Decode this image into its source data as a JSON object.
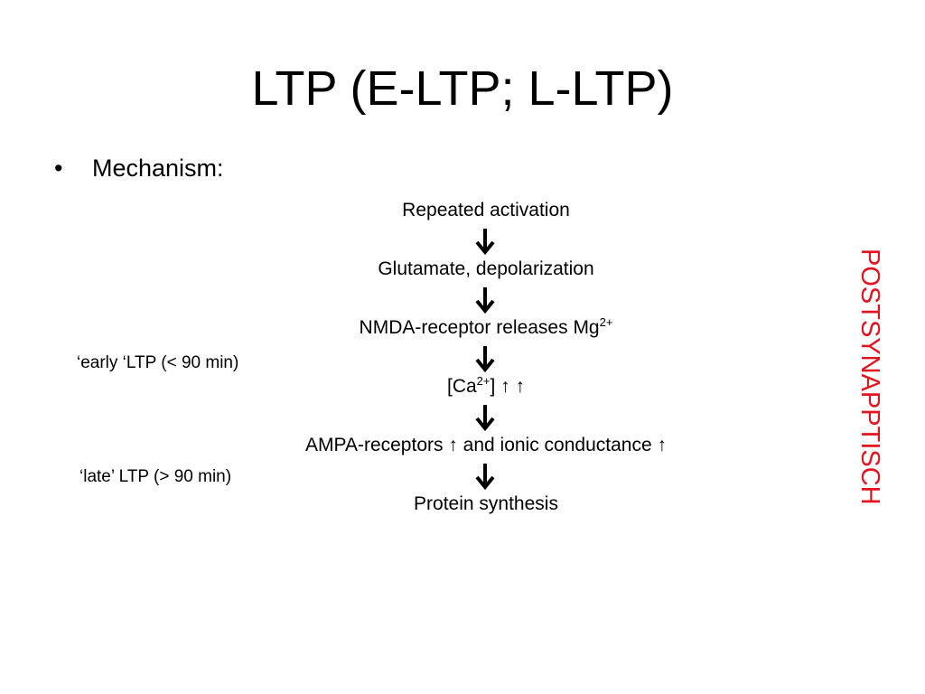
{
  "slide": {
    "title": "LTP (E-LTP; L-LTP)",
    "bullet_marker": "•",
    "bullet_text": "Mechanism:"
  },
  "flow": {
    "steps": [
      {
        "text": "Repeated activation",
        "sup": ""
      },
      {
        "text": "Glutamate, depolarization",
        "sup": ""
      },
      {
        "text": "NMDA-receptor releases Mg",
        "sup": "2+"
      },
      {
        "text_before": "[Ca",
        "sup": "2+",
        "text_after": "] ↑ ↑"
      },
      {
        "text": "AMPA-receptors ↑ and ionic conductance ↑",
        "sup": ""
      },
      {
        "text": "Protein synthesis",
        "sup": ""
      }
    ],
    "early_label": "‘early ‘LTP (< 90 min)",
    "late_label": "‘late’ LTP (> 90 min)"
  },
  "side_label": "POSTSYNAPPTISCH",
  "colors": {
    "text": "#000000",
    "accent": "#e2141f",
    "background": "#ffffff"
  }
}
